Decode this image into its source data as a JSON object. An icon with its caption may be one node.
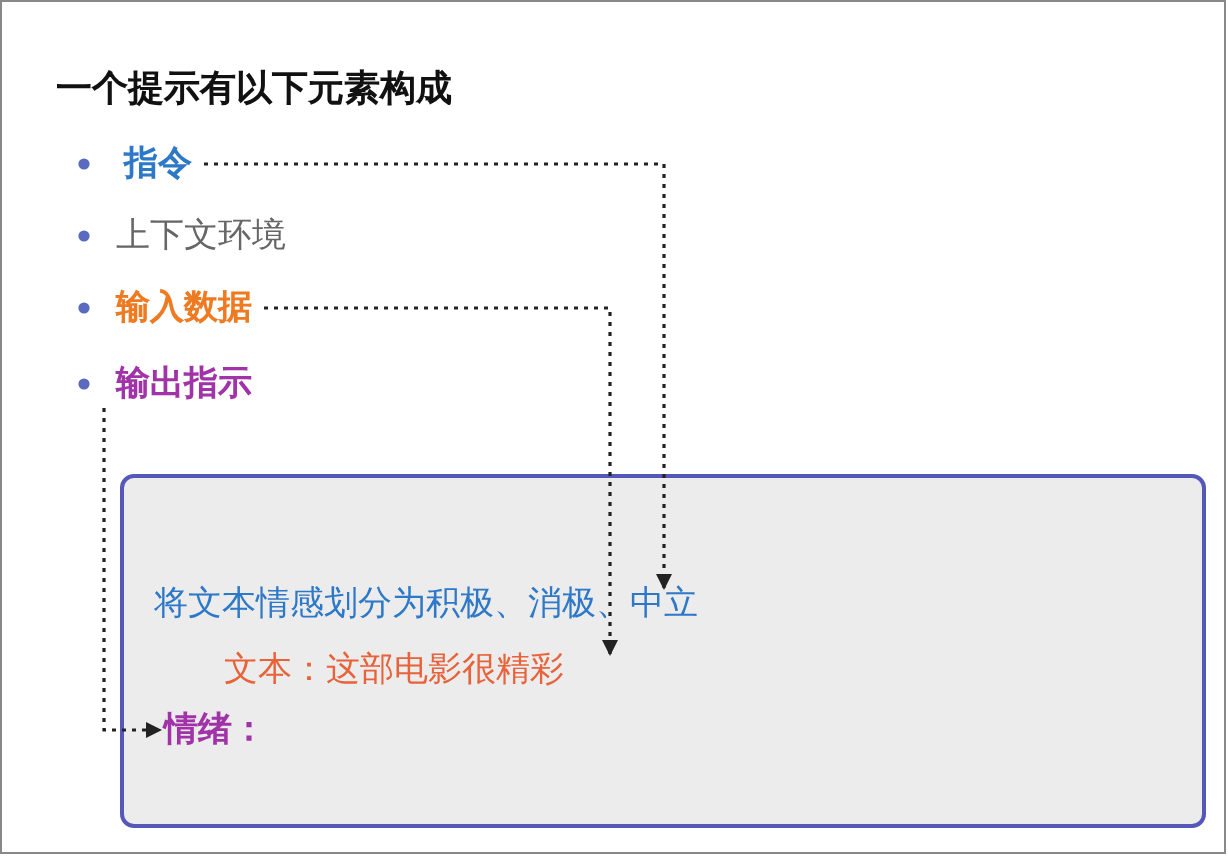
{
  "diagram": {
    "title": "一个提示有以下元素构成",
    "nodes": [
      {
        "text": [
          "指令"
        ]
      },
      {
        "text": [
          "上下文环境"
        ]
      },
      {
        "text": [
          "输入数据"
        ]
      },
      {
        "text": [
          "输出指示"
        ]
      },
      {
        "text": [],
        "shape": "box"
      },
      {
        "text": [
          "将文本情感划分为积极、消极、中立"
        ],
        "in": 4
      },
      {
        "text": [
          "文本：这部电影很精彩"
        ],
        "in": 4
      },
      {
        "text": [
          "情绪："
        ],
        "in": 4
      }
    ],
    "edges": [
      {
        "from": 0,
        "to": 5,
        "arrow": "to"
      },
      {
        "from": 2,
        "to": 6,
        "arrow": "to"
      },
      {
        "from": 3,
        "to": 7,
        "arrow": "to"
      }
    ]
  }
}
